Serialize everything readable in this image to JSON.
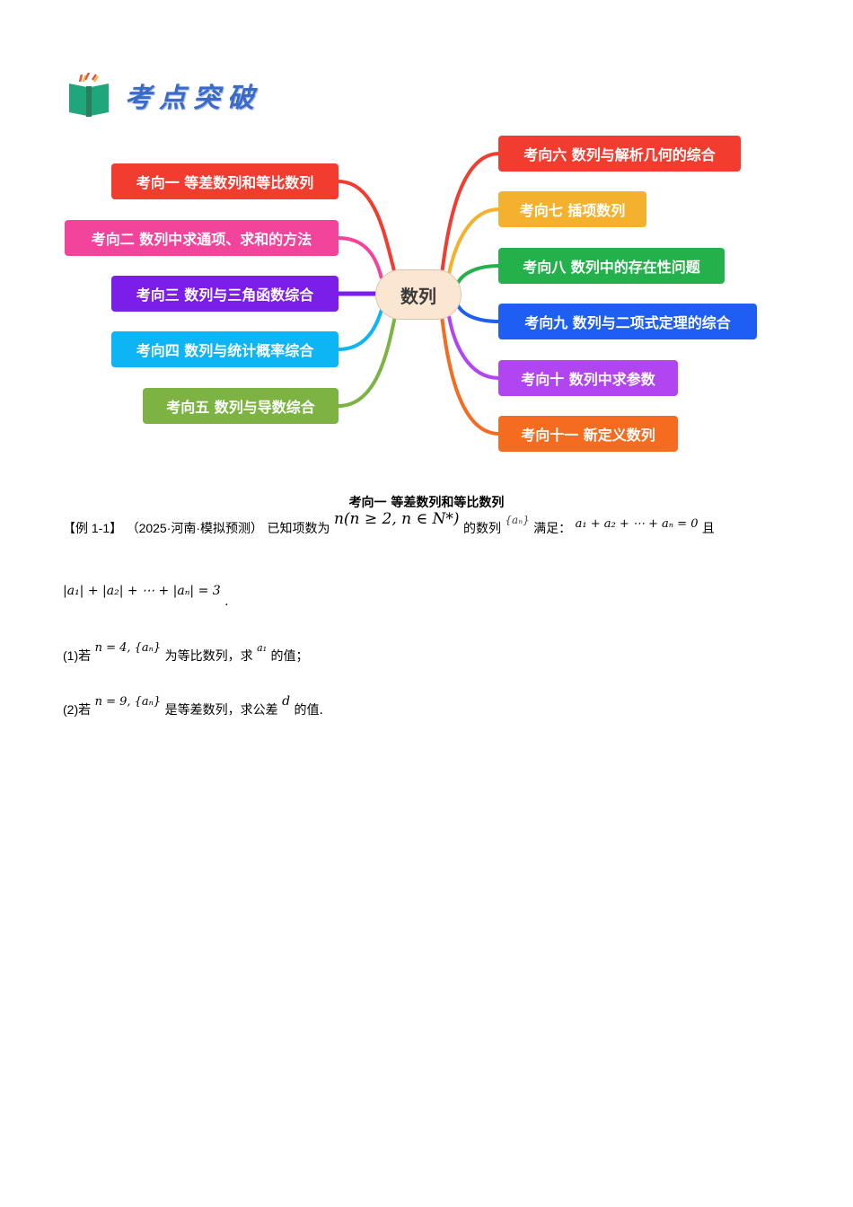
{
  "header": {
    "logo_icon": "book-icon",
    "title": "考点突破"
  },
  "mindmap": {
    "center": "数列",
    "left_nodes": [
      {
        "label": "考向一 等差数列和等比数列",
        "color": "#f23c2f"
      },
      {
        "label": "考向二 数列中求通项、求和的方法",
        "color": "#f2449a"
      },
      {
        "label": "考向三 数列与三角函数综合",
        "color": "#7a1ee8"
      },
      {
        "label": "考向四 数列与统计概率综合",
        "color": "#0eb5f5"
      },
      {
        "label": "考向五 数列与导数综合",
        "color": "#7cb342"
      }
    ],
    "right_nodes": [
      {
        "label": "考向六 数列与解析几何的综合",
        "color": "#f23c2f"
      },
      {
        "label": "考向七 插项数列",
        "color": "#f4b12d"
      },
      {
        "label": "考向八 数列中的存在性问题",
        "color": "#24b04b"
      },
      {
        "label": "考向九 数列与二项式定理的综合",
        "color": "#1f5ef2"
      },
      {
        "label": "考向十 数列中求参数",
        "color": "#b146f0"
      },
      {
        "label": "考向十一 新定义数列",
        "color": "#f56b20"
      }
    ]
  },
  "section": {
    "title": "考向一  等差数列和等比数列"
  },
  "example": {
    "tag": "【例 1-1】",
    "source": "（2025·河南·模拟预测）",
    "intro": "已知项数为",
    "cond_n": "n(n ≥ 2, n ∈ N*)",
    "text_seq": "的数列",
    "seq": "{aₙ}",
    "text_satisfy": "满足：",
    "eq1": "a₁ + a₂ + ⋯ + aₙ = 0",
    "text_and": "且",
    "eq2": "|a₁| + |a₂| + ⋯ + |aₙ| = 3",
    "eq2_end": ".",
    "q1_label": "(1)若",
    "q1_cond": "n = 4, {aₙ}",
    "q1_text": "为等比数列，求",
    "q1_var": "a₁",
    "q1_end": "的值；",
    "q2_label": "(2)若",
    "q2_cond": "n = 9, {aₙ}",
    "q2_text": "是等差数列，求公差",
    "q2_var": "d",
    "q2_end": "的值."
  }
}
